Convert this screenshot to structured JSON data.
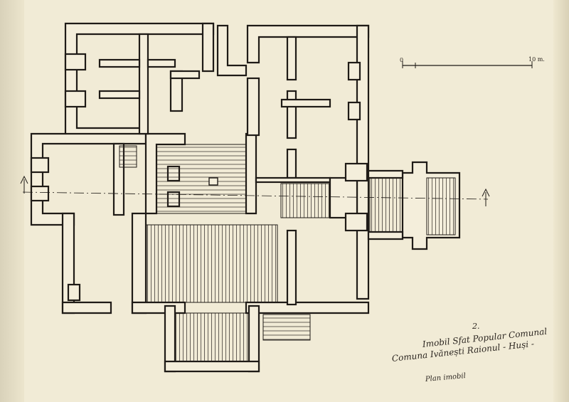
{
  "drawing": {
    "sheet_number": "2.",
    "title_line1": "Imobil Sfat Popular Comunal",
    "title_line2": "Comuna Ivănești Raionul - Huși -",
    "title_line3": "Plan imobil",
    "scale_start": "0",
    "scale_end": "10 m."
  },
  "colors": {
    "paper": "#f1ebd6",
    "ink": "#1f1b17"
  }
}
